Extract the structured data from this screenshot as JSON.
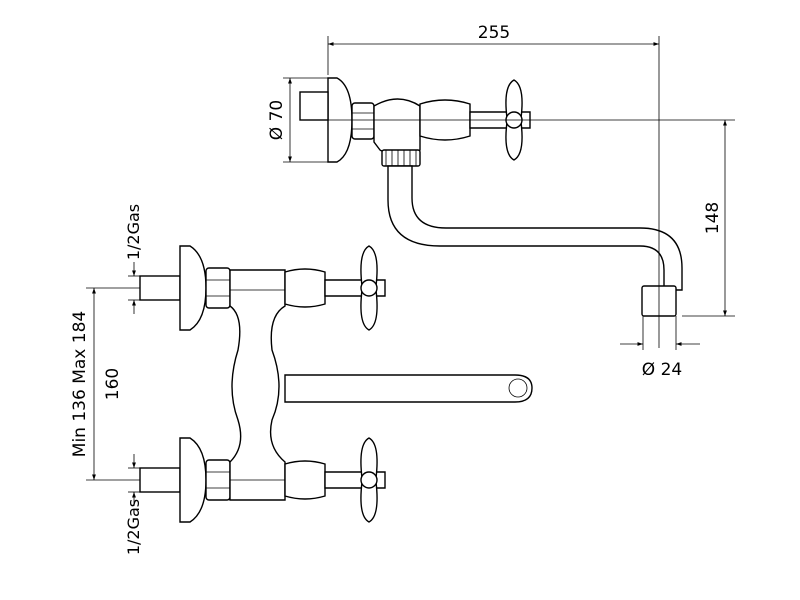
{
  "dimensions": {
    "overall_width": "255",
    "flange_diameter": "Ø 70",
    "spout_height": "148",
    "outlet_diameter": "Ø 24",
    "center_range": "Min 136  Max 184",
    "center_distance": "160",
    "upper_inlet_thread": "1/2Gas",
    "lower_inlet_thread": "1/2Gas"
  }
}
